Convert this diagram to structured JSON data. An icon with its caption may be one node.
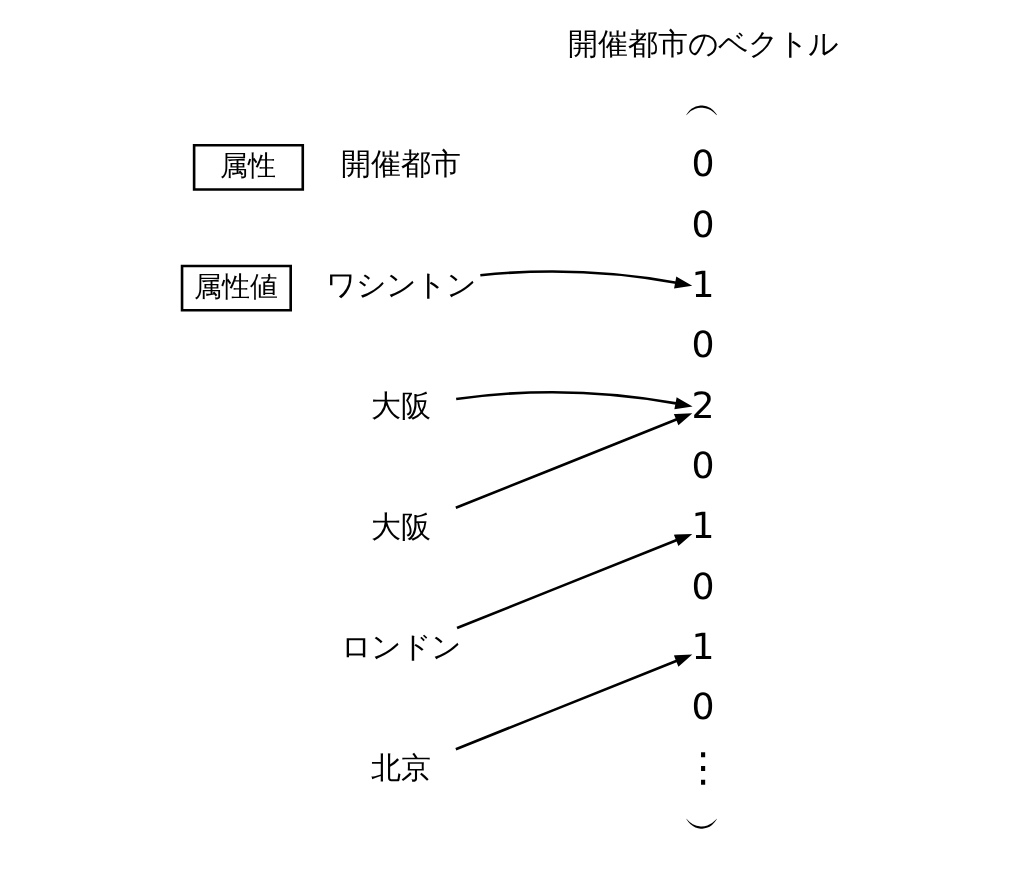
{
  "diagram": {
    "nodes": [
      {
        "text": [
          "属性"
        ]
      },
      {
        "text": [
          "属性値"
        ]
      },
      {
        "text": [
          "ワシントン"
        ]
      },
      {
        "text": [
          "大阪"
        ]
      },
      {
        "text": [
          "大阪"
        ]
      },
      {
        "text": [
          "ロンドン"
        ]
      },
      {
        "text": [
          "北京"
        ]
      },
      {
        "text": [
          "0"
        ]
      },
      {
        "text": [
          "0"
        ]
      },
      {
        "text": [
          "1"
        ]
      },
      {
        "text": [
          "0"
        ]
      },
      {
        "text": [
          "2"
        ]
      },
      {
        "text": [
          "0"
        ]
      },
      {
        "text": [
          "1"
        ]
      },
      {
        "text": [
          "0"
        ]
      },
      {
        "text": [
          "1"
        ]
      },
      {
        "text": [
          "0"
        ]
      }
    ],
    "edges": [
      {
        "from": 2,
        "to": 9,
        "arrow": "to"
      },
      {
        "from": 3,
        "to": 11,
        "arrow": "to"
      },
      {
        "from": 4,
        "to": 11,
        "arrow": "to"
      },
      {
        "from": 5,
        "to": 13,
        "arrow": "to"
      },
      {
        "from": 6,
        "to": 15,
        "arrow": "to"
      }
    ],
    "labels": [
      "開催都市のベクトル",
      "開催都市",
      "︵",
      "⋮",
      "︶"
    ]
  }
}
